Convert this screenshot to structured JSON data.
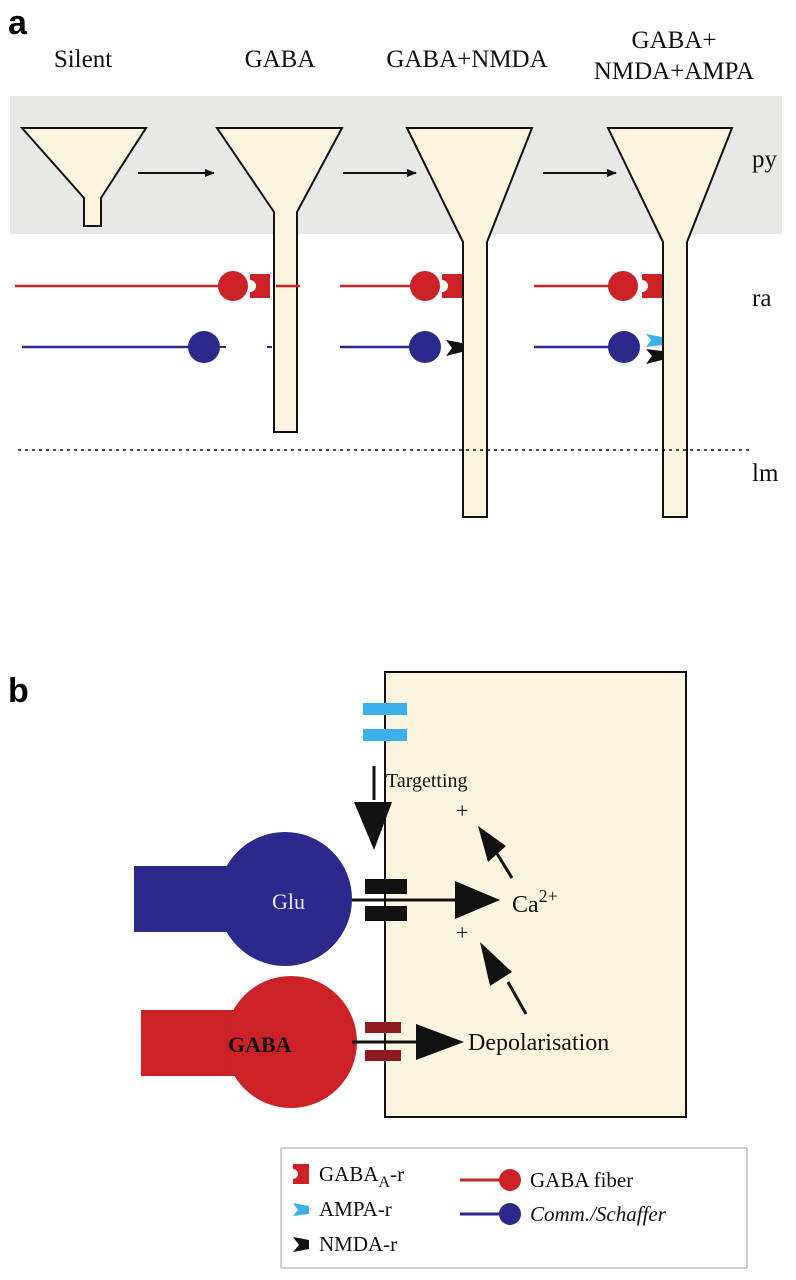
{
  "panel_a": {
    "label": "a",
    "stages": [
      "Silent",
      "GABA",
      "GABA+NMDA",
      "GABA+"
    ],
    "stage4_line2": "NMDA+AMPA",
    "layers": {
      "py": "py",
      "ra": "ra",
      "lm": "lm"
    }
  },
  "panel_b": {
    "label": "b",
    "glu_label": "Glu",
    "gaba_label": "GABA",
    "targetting": "Targetting",
    "ca_base": "Ca",
    "ca_sup": "2+",
    "plus_top": "+",
    "plus_bottom": "+",
    "depolarisation": "Depolarisation"
  },
  "legend": {
    "gaba_r_prefix": "GABA",
    "gaba_r_sub": "A",
    "gaba_r_suffix": "-r",
    "ampa_r": "AMPA-r",
    "nmda_r": "NMDA-r",
    "gaba_fiber": "GABA fiber",
    "comm_schaffer": "Comm./Schaffer"
  },
  "colors": {
    "gaba": "#cc2127",
    "glu": "#2a2a8c",
    "ampa": "#3bb0ea",
    "nmda": "#111111",
    "cell": "#fbf4df",
    "band": "#e8e9e7"
  },
  "icons": [
    "gaba-a-receptor-icon",
    "ampa-receptor-icon",
    "nmda-receptor-icon",
    "gaba-fiber-icon",
    "schaffer-fiber-icon"
  ]
}
